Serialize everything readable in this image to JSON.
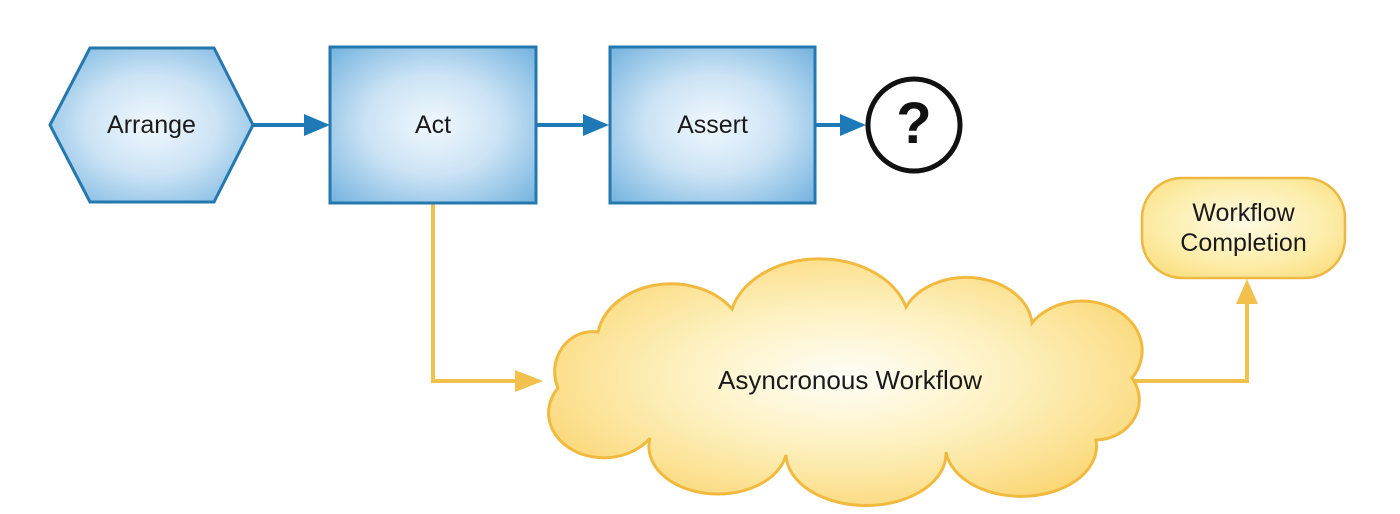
{
  "diagram": {
    "type": "flowchart",
    "background": "#ffffff",
    "nodes": {
      "arrange": {
        "label": "Arrange",
        "shape": "hexagon",
        "fill_center": "#f0f7fd",
        "fill_edge": "#6fb0dd",
        "border": "#2478ad"
      },
      "act": {
        "label": "Act",
        "shape": "rectangle",
        "fill_center": "#f0f7fd",
        "fill_edge": "#6fb0dd",
        "border": "#2478ad"
      },
      "assert": {
        "label": "Assert",
        "shape": "rectangle",
        "fill_center": "#f0f7fd",
        "fill_edge": "#6fb0dd",
        "border": "#2478ad"
      },
      "result_unknown": {
        "label": "?",
        "shape": "circle",
        "fill": "#ffffff",
        "border": "#111111"
      },
      "async_workflow": {
        "label": "Asyncronous Workflow",
        "shape": "cloud",
        "fill_center": "#fffef8",
        "fill_edge": "#fad165",
        "border": "#f1ba3e"
      },
      "workflow_completion": {
        "label": "Workflow Completion",
        "label_lines": [
          "Workflow",
          "Completion"
        ],
        "shape": "rounded-rectangle",
        "fill_center": "#fefae3",
        "fill_edge": "#f9d96f",
        "border": "#edb741"
      }
    },
    "edges": [
      {
        "from": "arrange",
        "to": "act",
        "style": "solid-arrow",
        "color": "#1d79b8"
      },
      {
        "from": "act",
        "to": "assert",
        "style": "solid-arrow",
        "color": "#1d79b8"
      },
      {
        "from": "assert",
        "to": "result_unknown",
        "style": "solid-arrow",
        "color": "#1d79b8"
      },
      {
        "from": "act",
        "to": "async_workflow",
        "style": "elbow-arrow",
        "color": "#f2c14d"
      },
      {
        "from": "async_workflow",
        "to": "workflow_completion",
        "style": "elbow-arrow",
        "color": "#f2c14d"
      }
    ]
  }
}
